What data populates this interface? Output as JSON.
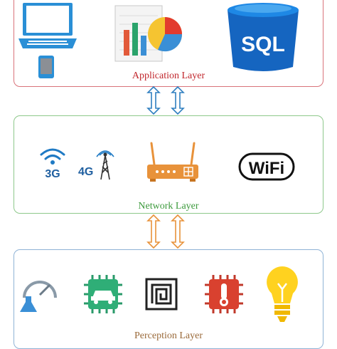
{
  "layers": {
    "application": {
      "label": "Application Layer",
      "icons": [
        "laptop-icon",
        "smartphone-icon",
        "chart-report-icon",
        "sql-database-icon"
      ],
      "sql_text": "SQL"
    },
    "network": {
      "label": "Network Layer",
      "icons": [
        "3g-signal-icon",
        "4g-tower-icon",
        "router-icon",
        "wifi-icon"
      ],
      "text_3g": "3G",
      "text_4g": "4G",
      "wifi_text": "WiFi"
    },
    "perception": {
      "label": "Perception Layer",
      "icons": [
        "gauge-flask-icon",
        "car-chip-icon",
        "rfid-tag-icon",
        "temperature-chip-icon",
        "lightbulb-icon"
      ]
    }
  },
  "colors": {
    "application_border": "#d9737a",
    "application_label": "#c1272d",
    "network_border": "#8ec88b",
    "network_label": "#3c9a3c",
    "perception_border": "#8fb3d6",
    "arrow_top": "#2f7fc0",
    "arrow_bottom": "#e8923a"
  }
}
